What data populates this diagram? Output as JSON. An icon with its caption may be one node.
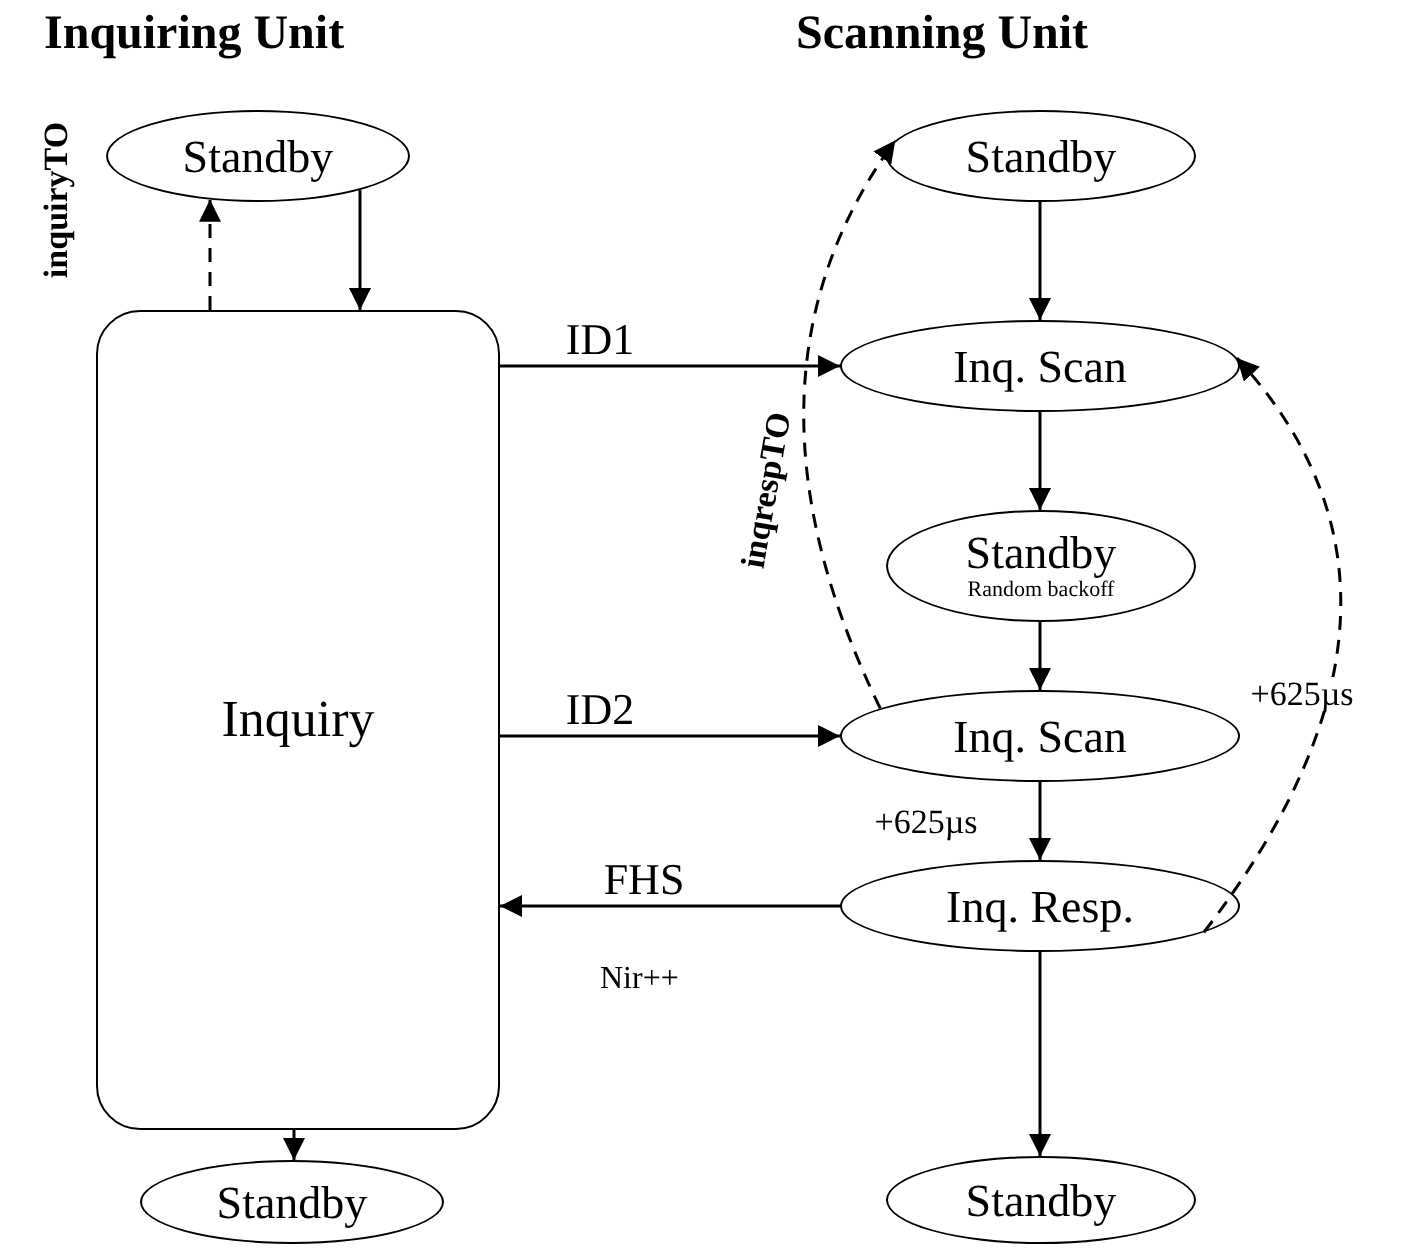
{
  "diagram": {
    "nodes": [
      {
        "text": [
          "Standby"
        ]
      },
      {
        "text": [
          "Inquiry"
        ]
      },
      {
        "text": [
          "Standby"
        ]
      },
      {
        "text": [
          "Standby"
        ]
      },
      {
        "text": [
          "Inq. Scan"
        ]
      },
      {
        "text": [
          "Standby",
          "Random backoff"
        ]
      },
      {
        "text": [
          "Inq. Scan"
        ]
      },
      {
        "text": [
          "Inq. Resp."
        ]
      },
      {
        "text": [
          "Standby"
        ]
      }
    ],
    "edges": [
      {
        "from": 0,
        "to": 1,
        "arrow": "to"
      },
      {
        "from": 1,
        "to": 0,
        "arrow": "to",
        "style": "dashed",
        "label": "inquiryTO"
      },
      {
        "from": 1,
        "to": 4,
        "arrow": "to",
        "label": "ID1"
      },
      {
        "from": 1,
        "to": 6,
        "arrow": "to",
        "label": "ID2"
      },
      {
        "from": 7,
        "to": 1,
        "arrow": "to",
        "label": "FHS"
      },
      {
        "from": 3,
        "to": 4,
        "arrow": "to"
      },
      {
        "from": 4,
        "to": 5,
        "arrow": "to"
      },
      {
        "from": 5,
        "to": 6,
        "arrow": "to"
      },
      {
        "from": 6,
        "to": 7,
        "arrow": "to",
        "label": "+625µs"
      },
      {
        "from": 7,
        "to": 8,
        "arrow": "to"
      },
      {
        "from": 1,
        "to": 2,
        "arrow": "to"
      },
      {
        "from": 6,
        "to": 3,
        "arrow": "to",
        "style": "dashed",
        "label": "inqrespTO"
      },
      {
        "from": 7,
        "to": 4,
        "arrow": "to",
        "style": "dashed",
        "label": "+625µs"
      }
    ],
    "labels": [
      "Inquiring Unit",
      "Scanning Unit",
      "Nir++"
    ]
  }
}
